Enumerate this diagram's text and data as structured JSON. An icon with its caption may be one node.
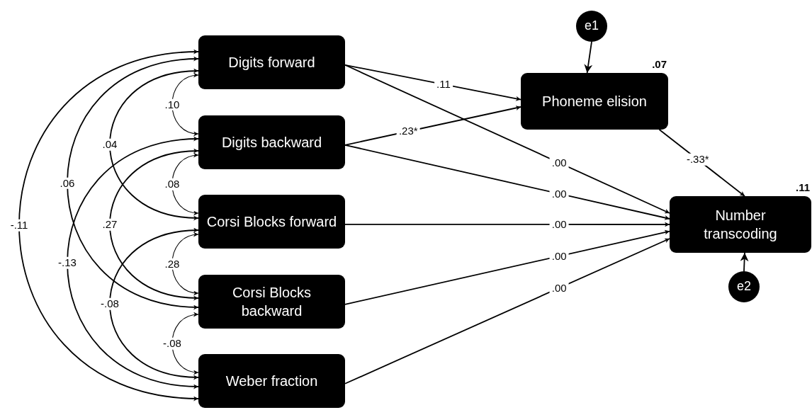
{
  "diagram": {
    "nodes": [
      {
        "text": [
          "Digits forward"
        ]
      },
      {
        "text": [
          "Digits backward"
        ]
      },
      {
        "text": [
          "Corsi Blocks forward"
        ]
      },
      {
        "text": [
          "Corsi Blocks backward"
        ]
      },
      {
        "text": [
          "Weber fraction"
        ]
      },
      {
        "text": [
          "e1"
        ]
      },
      {
        "text": [
          "Phoneme elision"
        ],
        "beside": [
          ".07"
        ]
      },
      {
        "text": [
          "Number transcoding"
        ],
        "beside": [
          ".11"
        ]
      },
      {
        "text": [
          "e2"
        ]
      }
    ],
    "edges": [
      {
        "from": 0,
        "to": 1,
        "arrow": "both",
        "label": ".10"
      },
      {
        "from": 1,
        "to": 2,
        "arrow": "both",
        "label": ".08"
      },
      {
        "from": 2,
        "to": 3,
        "arrow": "both",
        "label": ".28"
      },
      {
        "from": 3,
        "to": 4,
        "arrow": "both",
        "label": "-.08"
      },
      {
        "from": 0,
        "to": 2,
        "arrow": "both",
        "label": ".04"
      },
      {
        "from": 1,
        "to": 3,
        "arrow": "both",
        "label": ".27"
      },
      {
        "from": 2,
        "to": 4,
        "arrow": "both",
        "label": "-.08"
      },
      {
        "from": 0,
        "to": 3,
        "arrow": "both",
        "label": ".06"
      },
      {
        "from": 1,
        "to": 4,
        "arrow": "both",
        "label": "-.13"
      },
      {
        "from": 0,
        "to": 4,
        "arrow": "both",
        "label": "-.11"
      },
      {
        "from": 0,
        "to": 6,
        "arrow": "to",
        "label": ".11"
      },
      {
        "from": 1,
        "to": 6,
        "arrow": "to",
        "label": ".23*"
      },
      {
        "from": 0,
        "to": 7,
        "arrow": "to",
        "label": ".00"
      },
      {
        "from": 1,
        "to": 7,
        "arrow": "to",
        "label": ".00"
      },
      {
        "from": 2,
        "to": 7,
        "arrow": "to",
        "label": ".00"
      },
      {
        "from": 3,
        "to": 7,
        "arrow": "to",
        "label": ".00"
      },
      {
        "from": 4,
        "to": 7,
        "arrow": "to",
        "label": ".00"
      },
      {
        "from": 6,
        "to": 7,
        "arrow": "to",
        "label": "-.33*"
      },
      {
        "from": 5,
        "to": 6,
        "arrow": "to"
      },
      {
        "from": 8,
        "to": 7,
        "arrow": "to"
      }
    ]
  }
}
